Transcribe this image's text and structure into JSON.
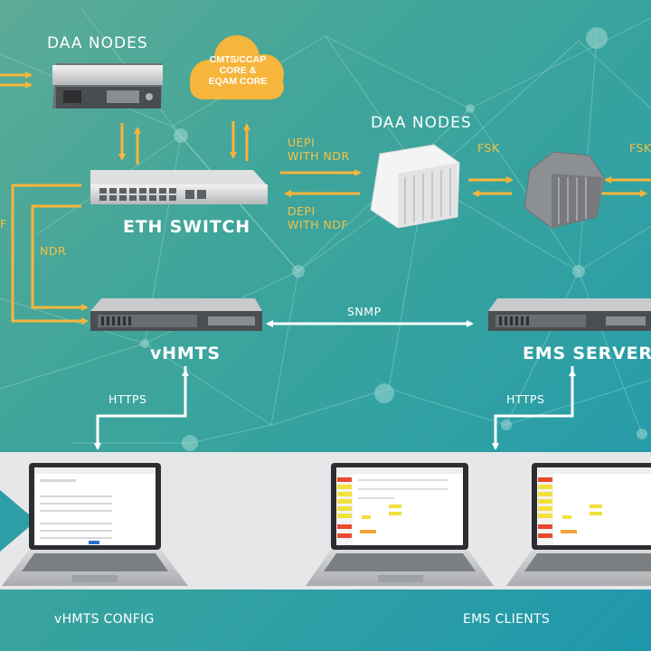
{
  "labels": {
    "daa_nodes_top": "DAA NODES",
    "cloud_line1": "CMTS/CCAP",
    "cloud_line2": "CORE &",
    "cloud_line3": "EQAM CORE",
    "daa_nodes_right": "DAA NODES",
    "uepi_line1": "UEPI",
    "uepi_line2": "WITH NDR",
    "depi_line1": "DEPI",
    "depi_line2": "WITH NDF",
    "fsk_mid": "FSK",
    "fsk_right": "FSK",
    "eth_switch": "ETH SWITCH",
    "ndr": "NDR",
    "left_edge": "F",
    "snmp": "SNMP",
    "vhmts": "vHMTS",
    "ems_server": "EMS SERVER",
    "https_left": "HTTPS",
    "https_right": "HTTPS",
    "vhmts_config": "vHMTS CONFIG",
    "ems_clients": "EMS CLIENTS"
  },
  "colors": {
    "arrow_orange": "#f6b53b",
    "arrow_white": "#ffffff",
    "cloud": "#f6b53b",
    "band": "#e6e7e8"
  }
}
